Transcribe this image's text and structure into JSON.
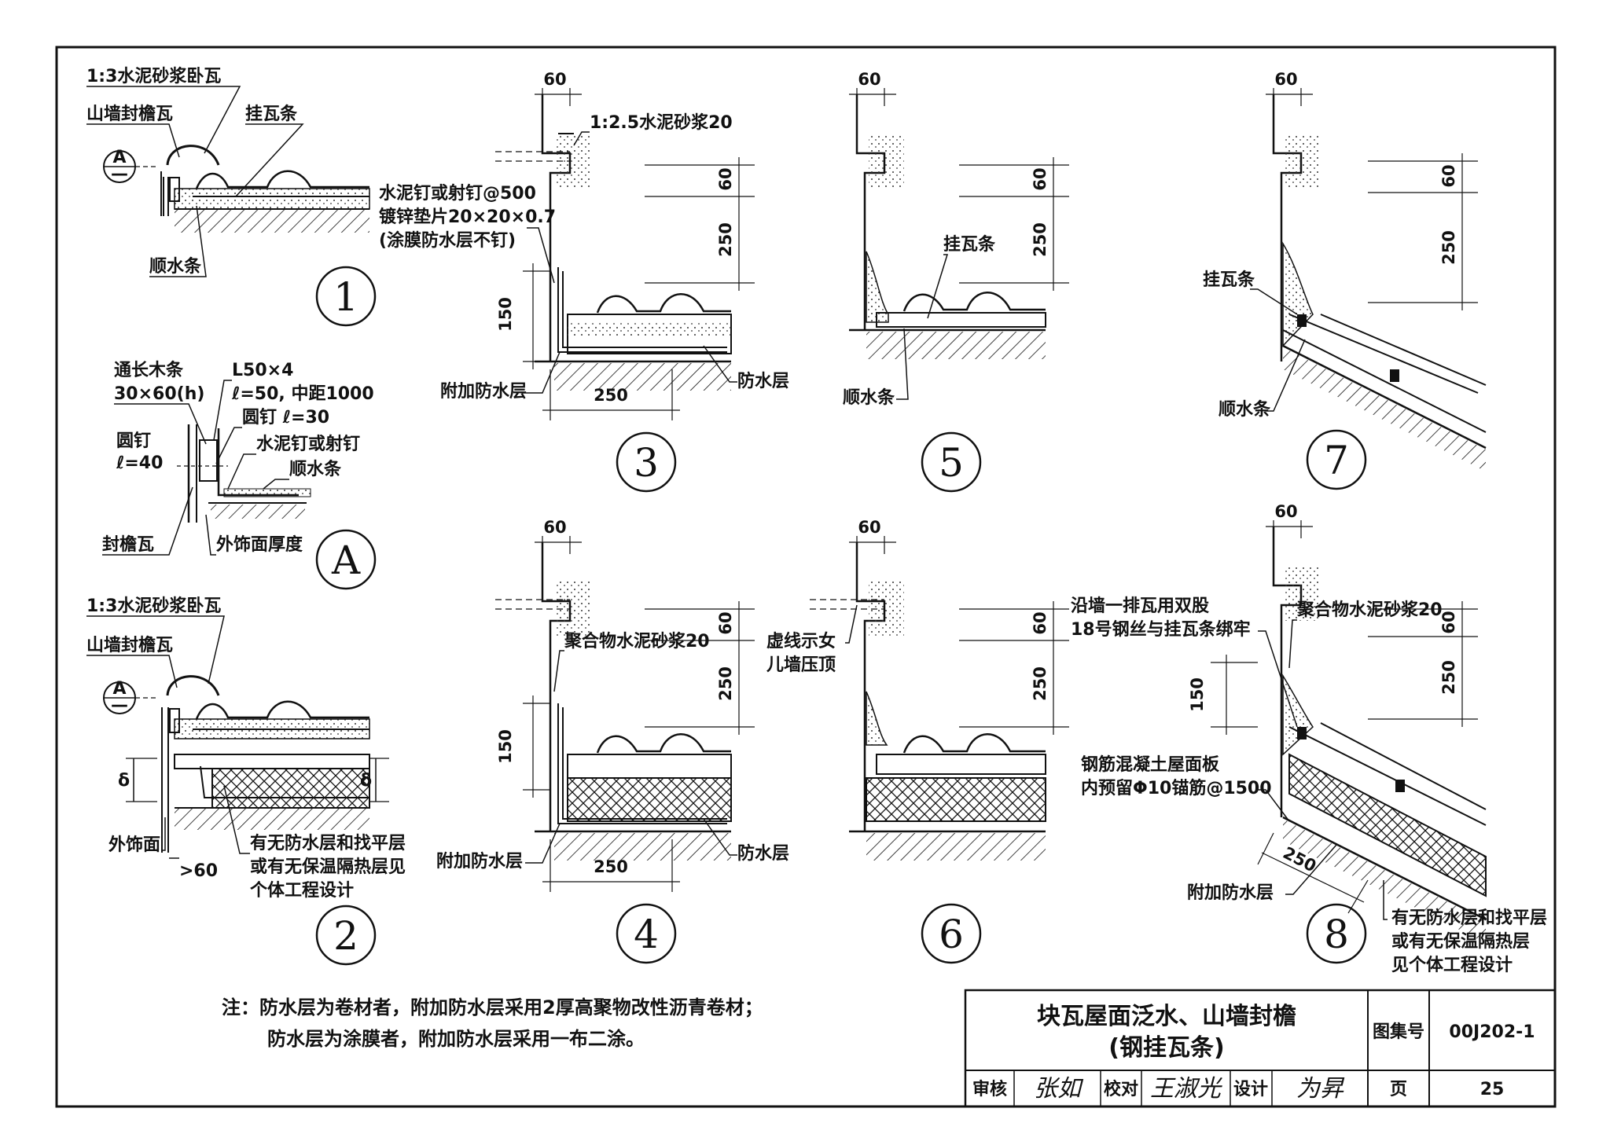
{
  "labels": {
    "d1_mortar": "1:3水泥砂浆卧瓦",
    "d1_verge_tile": "山墙封檐瓦",
    "d1_batten": "挂瓦条",
    "d1_counter_batten": "顺水条",
    "d1_ref_letter": "A",
    "d1_ref_sub": "—",
    "dA_timber": "通长木条",
    "dA_timber_size": "30×60(h)",
    "dA_angle": "L50×4",
    "dA_angle_spec": "ℓ=50, 中距1000",
    "dA_round_nail_30": "圆钉 ℓ=30",
    "dA_round_nail": "圆钉",
    "dA_round_nail_40": "ℓ=40",
    "dA_cement_nail": "水泥钉或射钉",
    "dA_counter_batten": "顺水条",
    "dA_verge_tile": "封檐瓦",
    "dA_finish_thickness": "外饰面厚度",
    "d2_mortar": "1:3水泥砂浆卧瓦",
    "d2_verge_tile": "山墙封檐瓦",
    "d2_ref_letter": "A",
    "d2_ref_sub": "—",
    "d2_delta_left": "δ",
    "d2_delta_right": "δ",
    "d2_finish": "外饰面",
    "d2_min60": ">60",
    "d2_layers_1": "有无防水层和找平层",
    "d2_layers_2": "或有无保温隔热层见",
    "d2_layers_3": "个体工程设计",
    "d3_mortar": "1:2.5水泥砂浆20",
    "d3_nail_1": "水泥钉或射钉@500",
    "d3_nail_2": "镀锌垫片20×20×0.7",
    "d3_nail_3": "(涂膜防水层不钉)",
    "d3_extra_wp": "附加防水层",
    "d3_wp": "防水层",
    "d4_mortar": "聚合物水泥砂浆20",
    "d4_extra_wp": "附加防水层",
    "d4_wp": "防水层",
    "d5_batten": "挂瓦条",
    "d5_counter_batten": "顺水条",
    "d6_parapet_1": "虚线示女",
    "d6_parapet_2": "儿墙压顶",
    "d7_batten": "挂瓦条",
    "d7_counter_batten": "顺水条",
    "d8_wire_1": "沿墙一排瓦用双股",
    "d8_wire_2": "18号钢丝与挂瓦条绑牢",
    "d8_mortar": "聚合物水泥砂浆20",
    "d8_slab_1": "钢筋混凝土屋面板",
    "d8_slab_2": "内预留Φ10锚筋@1500",
    "d8_extra_wp": "附加防水层",
    "d8_layers_1": "有无防水层和找平层",
    "d8_layers_2": "或有无保温隔热层",
    "d8_layers_3": "见个体工程设计"
  },
  "dimensions": {
    "d3_top": "60",
    "d3_a": "60",
    "d3_b": "250",
    "d3_c": "150",
    "d3_d": "250",
    "d4_top": "60",
    "d4_a": "60",
    "d4_b": "250",
    "d4_c": "150",
    "d4_d": "250",
    "d5_top": "60",
    "d5_a": "60",
    "d5_b": "250",
    "d6_top": "60",
    "d6_a": "60",
    "d6_b": "250",
    "d7_top": "60",
    "d7_a": "60",
    "d7_b": "250",
    "d8_top": "60",
    "d8_a": "60",
    "d8_b": "250",
    "d8_c": "150",
    "d8_d": "250"
  },
  "detail_numbers": {
    "n1": "1",
    "nA": "A",
    "n2": "2",
    "n3": "3",
    "n4": "4",
    "n5": "5",
    "n6": "6",
    "n7": "7",
    "n8": "8"
  },
  "notes": {
    "line1": "注：防水层为卷材者，附加防水层采用2厚高聚物改性沥青卷材；",
    "line2": "防水层为涂膜者，附加防水层采用一布二涂。"
  },
  "title_block": {
    "title_line1": "块瓦屋面泛水、山墙封檐",
    "title_line2": "(钢挂瓦条)",
    "atlas_label": "图集号",
    "atlas_value": "00J202-1",
    "review_label": "审核",
    "review_sign": "张如",
    "check_label": "校对",
    "check_sign": "王淑光",
    "design_label": "设计",
    "design_sign": "为昇",
    "page_label": "页",
    "page_value": "25"
  }
}
